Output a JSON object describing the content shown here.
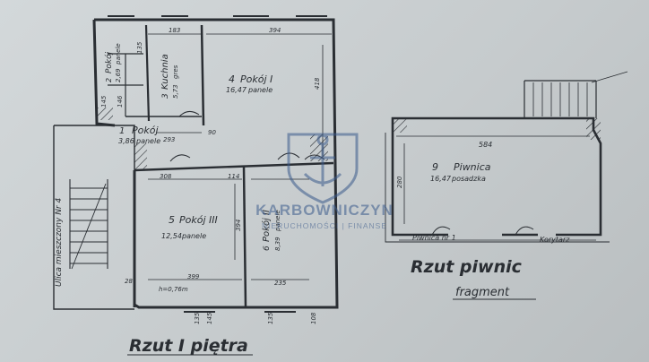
{
  "colors": {
    "ink": "#2a2e33",
    "paper": "#cdd2d4",
    "watermark": "#3b5b8c"
  },
  "plan_floor1": {
    "title": "Rzut I piętra",
    "street_label": "Ulica mieszczony Nr 4",
    "rooms": [
      {
        "num": "1",
        "name": "Pokój",
        "area": "3,86",
        "finish": "panele"
      },
      {
        "num": "2",
        "name": "Pokój",
        "area": "2,69",
        "finish": "panele"
      },
      {
        "num": "3",
        "name": "Kuchnia",
        "area": "5,73",
        "finish": "gres"
      },
      {
        "num": "4",
        "name": "Pokój I",
        "area": "16,47",
        "finish": "panele"
      },
      {
        "num": "5",
        "name": "Pokój III",
        "area": "12,54",
        "finish": "panele"
      },
      {
        "num": "6",
        "name": "Pokój II",
        "area": "8,39",
        "finish": "panele"
      }
    ],
    "dims": {
      "top_a": "183",
      "top_b": "394",
      "left_a": "145",
      "left_b": "146",
      "left_c": "135",
      "mid_a": "293",
      "mid_b": "308",
      "mid_c": "114",
      "side_a": "418",
      "side_b": "394",
      "bot_a": "399",
      "bot_b": "235",
      "height": "h=0,76m",
      "dim_28": "28",
      "dim_90": "90",
      "b1": "135",
      "b2": "145",
      "b3": "135",
      "b4": "108"
    }
  },
  "plan_basement": {
    "title": "Rzut piwnic",
    "subtitle": "fragment",
    "room": {
      "num": "9",
      "name": "Piwnica",
      "area": "16,47",
      "finish": "posadzka"
    },
    "dim_top": "584",
    "dim_side": "280",
    "label_left": "Piwnica nr 1",
    "label_right": "Korytarz"
  },
  "watermark": {
    "brand": "KARBOWNICZYN",
    "tagline": "NIERUCHOMOŚCI | FINANSE"
  }
}
